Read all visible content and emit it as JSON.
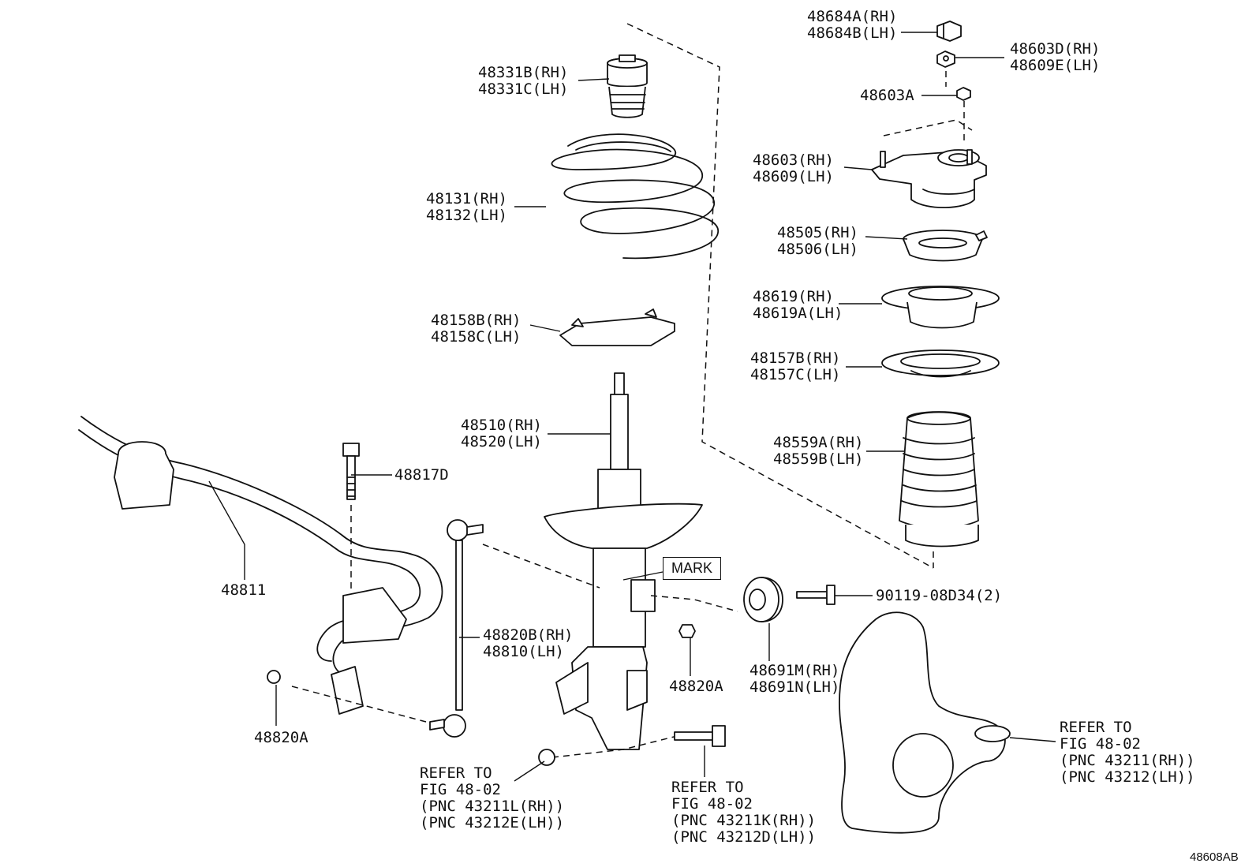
{
  "figure_id": "48608AB",
  "mark_label": "MARK",
  "callouts": {
    "c48684": [
      "48684A(RH)",
      "48684B(LH)"
    ],
    "c48603D": [
      "48603D(RH)",
      "48609E(LH)"
    ],
    "c48603A": [
      "48603A"
    ],
    "c48331": [
      "48331B(RH)",
      "48331C(LH)"
    ],
    "c48603": [
      "48603(RH)",
      "48609(LH)"
    ],
    "c48131": [
      "48131(RH)",
      "48132(LH)"
    ],
    "c48505": [
      "48505(RH)",
      "48506(LH)"
    ],
    "c48619": [
      "48619(RH)",
      "48619A(LH)"
    ],
    "c48158": [
      "48158B(RH)",
      "48158C(LH)"
    ],
    "c48157": [
      "48157B(RH)",
      "48157C(LH)"
    ],
    "c48510": [
      "48510(RH)",
      "48520(LH)"
    ],
    "c48559": [
      "48559A(RH)",
      "48559B(LH)"
    ],
    "c48817D": [
      "48817D"
    ],
    "c48811": [
      "48811"
    ],
    "c90119": [
      "90119-08D34(2)"
    ],
    "c48820B": [
      "48820B(RH)",
      "48810(LH)"
    ],
    "c48691": [
      "48691M(RH)",
      "48691N(LH)"
    ],
    "c48820A_mid": [
      "48820A"
    ],
    "c48820A_left": [
      "48820A"
    ],
    "ref_knuckle": [
      "REFER TO",
      "FIG 48-02",
      "(PNC 43211(RH))",
      "(PNC 43212(LH))"
    ],
    "ref_nut": [
      "REFER TO",
      "FIG 48-02",
      "(PNC 43211L(RH))",
      "(PNC 43212E(LH))"
    ],
    "ref_bolt": [
      "REFER TO",
      "FIG 48-02",
      "(PNC 43211K(RH))",
      "(PNC 43212D(LH))"
    ]
  }
}
